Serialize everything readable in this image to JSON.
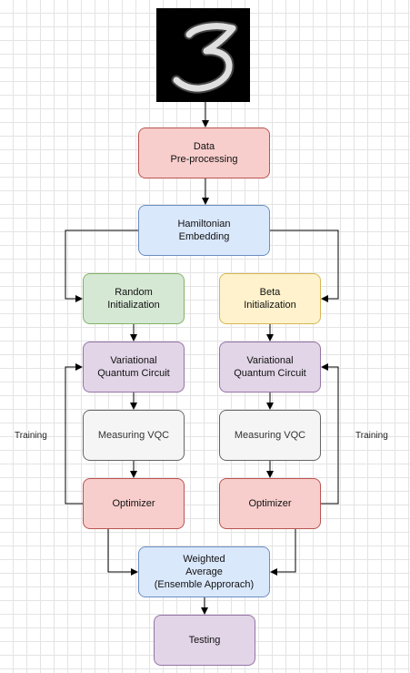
{
  "nodes": {
    "data": "Data\nPre-processing",
    "hamiltonian": "Hamiltonian\nEmbedding",
    "random_init": "Random\nInitialization",
    "beta_init": "Beta\nInitialization",
    "vqc_left": "Variational\nQuantum Circuit",
    "vqc_right": "Variational\nQuantum Circuit",
    "measure_left": "Measuring VQC",
    "measure_right": "Measuring VQC",
    "optimizer_left": "Optimizer",
    "optimizer_right": "Optimizer",
    "weighted_average": "Weighted\nAverage\n(Ensemble Approrach)",
    "testing": "Testing"
  },
  "labels": {
    "training_left": "Training",
    "training_right": "Training"
  },
  "input_image": {
    "digit": "3"
  },
  "colors": {
    "red_fill": "#f8cecc",
    "blue_fill": "#dae8fc",
    "green_fill": "#d5e8d4",
    "yellow_fill": "#fff2cc",
    "purple_fill": "#e1d5e7",
    "gray_fill": "#f5f5f5"
  }
}
